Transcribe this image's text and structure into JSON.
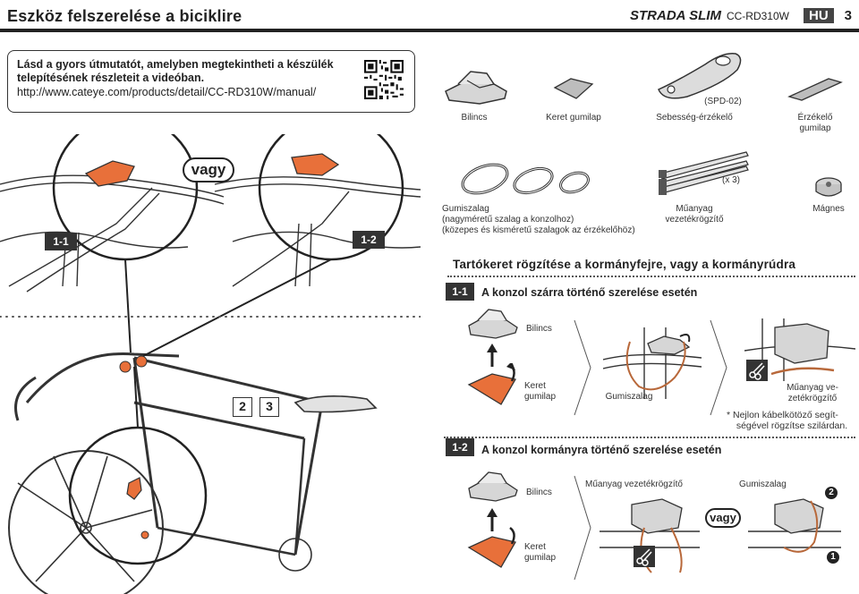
{
  "header": {
    "title": "Eszköz felszerelése a biciklire",
    "brand": "STRADA SLIM",
    "model": "CC-RD310W",
    "language": "HU",
    "page_number": "3"
  },
  "info_box": {
    "text_line1": "Lásd a gyors útmutatót, amelyben megtekintheti a készülék",
    "text_line2": "telepítésének részleteit a videóban.",
    "url": "http://www.cateye.com/products/detail/CC-RD310W/manual/"
  },
  "parts": {
    "bracket": "Bilincs",
    "bracket_pad": "Keret gumilap",
    "sensor_code": "(SPD-02)",
    "speed_sensor": "Sebesség-érzékelő",
    "sensor_pad_line1": "Érzékelő",
    "sensor_pad_line2": "gumilap",
    "rubber_band_line1": "Gumiszalag",
    "rubber_band_line2": "(nagyméretű szalag a konzolhoz)",
    "rubber_band_line3": "(közepes és kisméretű szalagok az érzékelőhöz)",
    "ties_count": "(x 3)",
    "nylon_tie_line1": "Műanyag",
    "nylon_tie_line2": "vezetékrögzítő",
    "magnet": "Mágnes"
  },
  "left_panel": {
    "or_label": "vagy",
    "step_1_1": "1-1",
    "step_1_2": "1-2",
    "callout_2": "2",
    "callout_3": "3"
  },
  "section": {
    "title": "Tartókeret rögzítése a kormányfejre, vagy a kormányrúdra",
    "step_1_1_tag": "1-1",
    "step_1_1_title": "A konzol szárra történő szerelése esetén",
    "step_1_2_tag": "1-2",
    "step_1_2_title": "A konzol kormányra történő szerelése esetén"
  },
  "step_1_1": {
    "bracket": "Bilincs",
    "pad_line1": "Keret",
    "pad_line2": "gumilap",
    "rubber_band": "Gumiszalag",
    "nylon_tie_line1": "Műanyag ve-",
    "nylon_tie_line2": "zetékrögzítő",
    "note_line1": "* Nejlon kábelkötöző segít-",
    "note_line2": "ségével rögzítse szilárdan."
  },
  "step_1_2": {
    "bracket": "Bilincs",
    "pad_line1": "Keret",
    "pad_line2": "gumilap",
    "nylon_tie": "Műanyag vezetékrögzítő",
    "rubber_band": "Gumiszalag",
    "or_label": "vagy",
    "marker_1": "1",
    "marker_2": "2"
  },
  "colors": {
    "accent_orange": "#e8703a",
    "line": "#333333",
    "fill_gray": "#cfcfcf"
  }
}
